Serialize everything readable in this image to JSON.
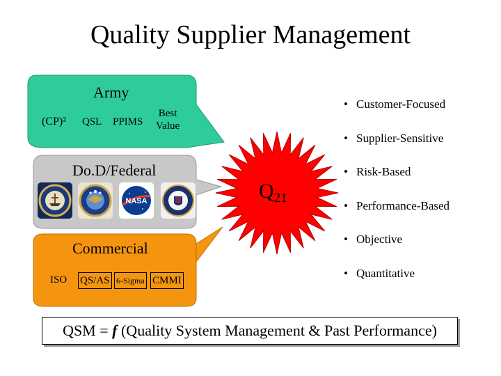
{
  "title": "Quality Supplier Management",
  "army": {
    "label": "Army",
    "items": [
      "(CP)²",
      "QSL",
      "PPIMS"
    ],
    "best_value": [
      "Best",
      "Value"
    ]
  },
  "dod": {
    "label": "Do.D/Federal",
    "seals": [
      "navy-seal",
      "air-force-seal",
      "nasa-logo",
      "dod-seal"
    ]
  },
  "commercial": {
    "label": "Commercial",
    "items": [
      "ISO",
      "QS/AS",
      "6-Sigma",
      "CMMI"
    ]
  },
  "star": {
    "label": "Q",
    "sub": "21"
  },
  "bullets": [
    "Customer-Focused",
    "Supplier-Sensitive",
    "Risk-Based",
    "Performance-Based",
    "Objective",
    "Quantitative"
  ],
  "formula": {
    "prefix": "QSM = ",
    "f": "f",
    "suffix": " (Quality System Management & Past Performance)"
  },
  "colors": {
    "army": "#2ecc9b",
    "dod": "#c8c8c8",
    "commercial": "#f5950f",
    "star": "#ff0000"
  }
}
